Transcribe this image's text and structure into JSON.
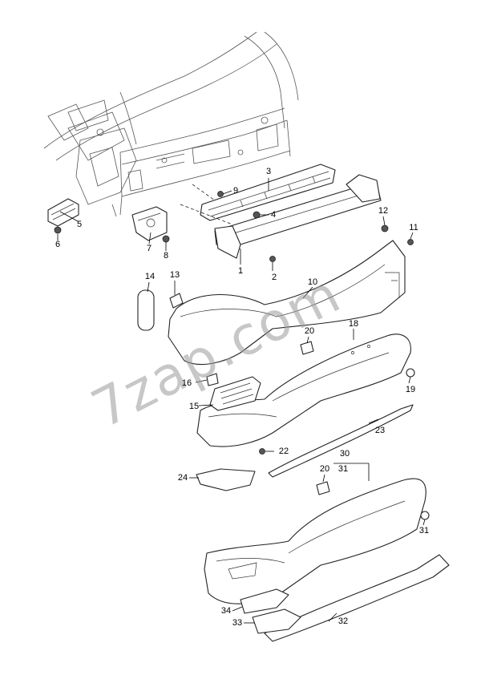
{
  "watermark": "7zap.com",
  "callouts": [
    {
      "id": "c1",
      "text": "1"
    },
    {
      "id": "c2",
      "text": "2"
    },
    {
      "id": "c3",
      "text": "3"
    },
    {
      "id": "c4",
      "text": "4"
    },
    {
      "id": "c5",
      "text": "5"
    },
    {
      "id": "c6",
      "text": "6"
    },
    {
      "id": "c7",
      "text": "7"
    },
    {
      "id": "c8",
      "text": "8"
    },
    {
      "id": "c9",
      "text": "9"
    },
    {
      "id": "c10",
      "text": "10"
    },
    {
      "id": "c11",
      "text": "11"
    },
    {
      "id": "c12",
      "text": "12"
    },
    {
      "id": "c13",
      "text": "13"
    },
    {
      "id": "c14",
      "text": "14"
    },
    {
      "id": "c15",
      "text": "15"
    },
    {
      "id": "c16",
      "text": "16"
    },
    {
      "id": "c18",
      "text": "18"
    },
    {
      "id": "c19",
      "text": "19"
    },
    {
      "id": "c20a",
      "text": "20"
    },
    {
      "id": "c20b",
      "text": "20"
    },
    {
      "id": "c22",
      "text": "22"
    },
    {
      "id": "c23",
      "text": "23"
    },
    {
      "id": "c24",
      "text": "24"
    },
    {
      "id": "c30",
      "text": "30"
    },
    {
      "id": "c31a",
      "text": "31"
    },
    {
      "id": "c31b",
      "text": "31"
    },
    {
      "id": "c32",
      "text": "32"
    },
    {
      "id": "c33",
      "text": "33"
    },
    {
      "id": "c34",
      "text": "34"
    }
  ]
}
